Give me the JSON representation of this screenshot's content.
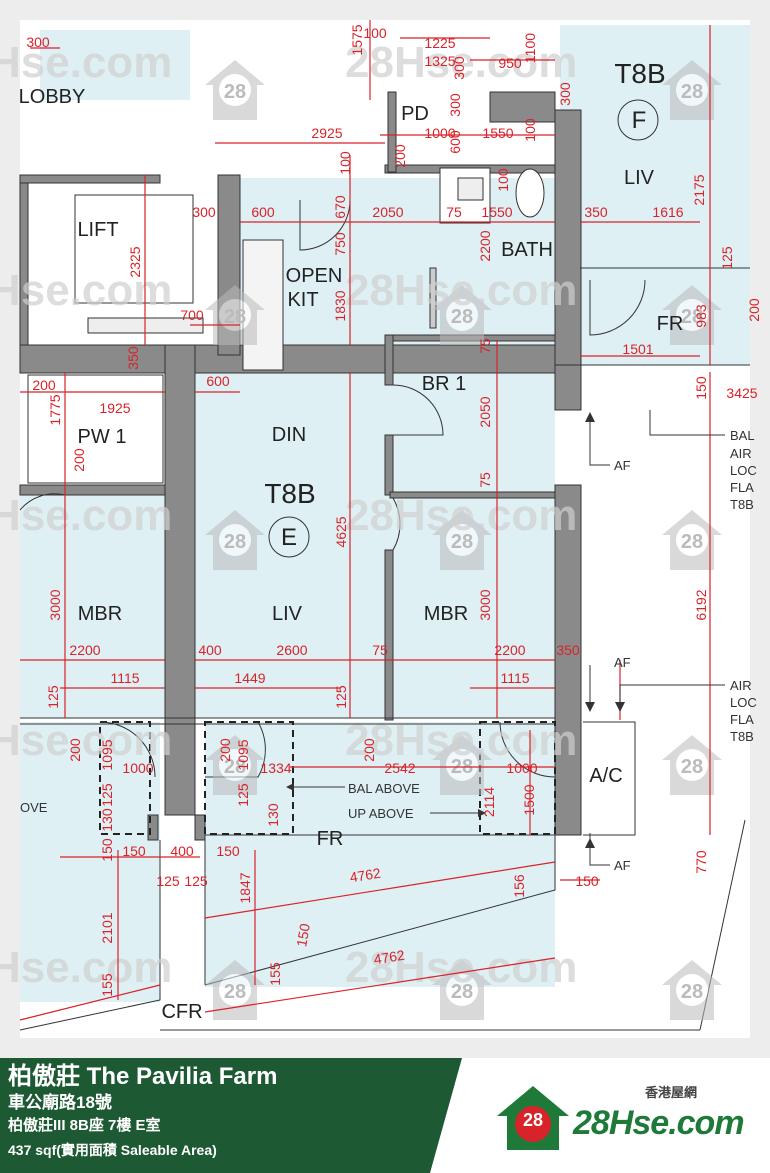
{
  "plan": {
    "rooms": {
      "lobby": "LOBBY",
      "lift": "LIFT",
      "pd": "PD",
      "open_kit_line1": "OPEN",
      "open_kit_line2": "KIT",
      "bath": "BATH",
      "br1": "BR 1",
      "pw1": "PW 1",
      "din": "DIN",
      "unit_label": "T8B",
      "unit_letter": "E",
      "liv": "LIV",
      "mbr_left": "MBR",
      "mbr_right": "MBR",
      "fr_bottom": "FR",
      "cfr": "CFR",
      "ac": "A/C",
      "neighbor_unit_label": "T8B",
      "neighbor_unit_letter": "F",
      "neighbor_liv": "LIV",
      "neighbor_fr": "FR"
    },
    "dimensions": {
      "d300_top": "300",
      "d1575": "1575",
      "d100_top": "100",
      "d1225": "1225",
      "d1325": "1325",
      "d300_v": "300",
      "d950": "950",
      "d1100": "1100",
      "d300_r": "300",
      "d2925": "2925",
      "d300_pd": "300",
      "d100_pd": "100",
      "d1000": "1000",
      "d1550_top": "1550",
      "d600_v": "600",
      "d200_v": "200",
      "d100_v": "100",
      "d100_bath": "100",
      "d2175": "2175",
      "d300_k": "300",
      "d600_k": "600",
      "d670": "670",
      "d2050_k": "2050",
      "d75_k": "75",
      "d1550_b": "1550",
      "d350_b": "350",
      "d1616": "1616",
      "d2325": "2325",
      "d750": "750",
      "d2200_bath": "2200",
      "d1830": "1830",
      "d125_r": "125",
      "d700": "700",
      "d983": "983",
      "d200_r": "200",
      "d350_v": "350",
      "d75_br": "75",
      "d1501": "1501",
      "d600_din": "600",
      "d200_pw": "200",
      "d1925": "1925",
      "d1775": "1775",
      "d150_r": "150",
      "d3425": "3425",
      "d2050_br": "2050",
      "d200_pw2": "200",
      "d75_br2": "75",
      "d4625": "4625",
      "d3000_l": "3000",
      "d3000_r": "3000",
      "d6192": "6192",
      "d2200_l": "2200",
      "d400": "400",
      "d2600": "2600",
      "d75_m": "75",
      "d2200_r": "2200",
      "d350_m": "350",
      "d1115_l": "1115",
      "d1449": "1449",
      "d1115_r": "1115",
      "d125_l": "125",
      "d125_c": "125",
      "d200_l": "200",
      "d1095_l": "1095",
      "d1000_l": "1000",
      "d200_c": "200",
      "d1095_c": "1095",
      "d1334": "1334",
      "d2542": "2542",
      "d200_c2": "200",
      "d1000_r": "1000",
      "d125_a": "125",
      "d125_b": "125",
      "d130_l": "130",
      "d130_c": "130",
      "d2114": "2114",
      "d1500": "1500",
      "d150_l": "150",
      "d150_l2": "150",
      "d400_b": "400",
      "d150_c": "150",
      "d125_x": "125",
      "d125_y": "125",
      "d1847": "1847",
      "d4762_a": "4762",
      "d156": "156",
      "d150_b": "150",
      "d770": "770",
      "d2101": "2101",
      "d155_l": "155",
      "d150_d": "150",
      "d155_c": "155",
      "d4762_b": "4762"
    },
    "annotations": {
      "bal_above": "BAL ABOVE",
      "up_above": "UP ABOVE",
      "af_1": "AF",
      "af_2": "AF",
      "af_3": "AF",
      "ove": "OVE",
      "right_note_1": "BAL",
      "right_note_2": "AIR",
      "right_note_3": "LOC",
      "right_note_4": "FLA",
      "right_note_5": "T8B",
      "right_note_6": "AIR",
      "right_note_7": "LOC",
      "right_note_8": "FLA",
      "right_note_9": "T8B"
    },
    "watermark_text": "28Hse.com",
    "watermark_badge": "28"
  },
  "footer": {
    "title": "柏傲莊 The Pavilia Farm",
    "address": "車公廟路18號",
    "unit": "柏傲莊III 8B座 7樓 E室",
    "area": "437 sqf(實用面積 Saleable Area)",
    "brand_tag": "香港屋網",
    "brand_name": "28Hse.com",
    "brand_badge": "28"
  },
  "colors": {
    "room_fill": "#dff0f5",
    "dimension_red": "#d8232a",
    "wall_gray": "#8a8a8a",
    "footer_green": "#1d5a34",
    "brand_red": "#d8232a",
    "brand_green": "#1f7a3a"
  }
}
